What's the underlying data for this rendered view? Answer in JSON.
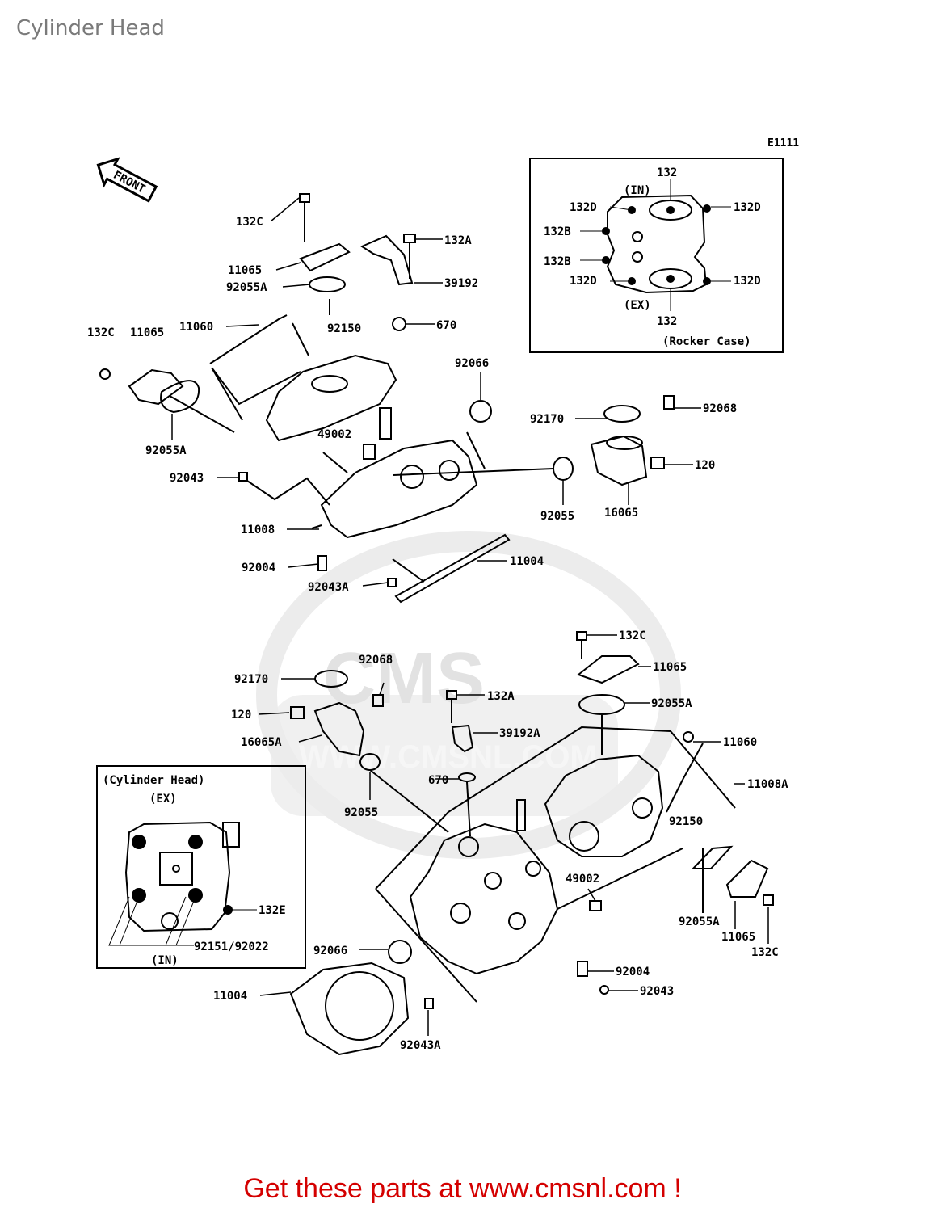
{
  "page": {
    "title": "Cylinder Head",
    "footer_cta": "Get these parts at www.cmsnl.com !"
  },
  "diagram": {
    "code": "E1111",
    "front_label": "FRONT",
    "watermark": "CMS",
    "watermark_url": "WWW.CMSNL.COM",
    "insets": {
      "rocker_case": {
        "caption": "(Rocker Case)",
        "in_label": "(IN)",
        "ex_label": "(EX)"
      },
      "cylinder_head": {
        "caption": "(Cylinder Head)",
        "ex_label": "(EX)",
        "in_label": "(IN)"
      }
    },
    "callouts": [
      "132C",
      "132A",
      "11065",
      "39192",
      "92055A",
      "11060",
      "92150",
      "670",
      "132C",
      "11065",
      "92066",
      "92055A",
      "92170",
      "92068",
      "49002",
      "92043",
      "120",
      "92055",
      "16065",
      "11008",
      "11004",
      "92004",
      "92043A",
      "132",
      "132D",
      "132D",
      "132B",
      "132B",
      "132D",
      "132D",
      "132",
      "132C",
      "11065",
      "92068",
      "92170",
      "132A",
      "92055A",
      "120",
      "39192A",
      "16065A",
      "11060",
      "11008A",
      "670",
      "92055",
      "92150",
      "49002",
      "132E",
      "92151/92022",
      "92055A",
      "11065",
      "132C",
      "92066",
      "92004",
      "92043",
      "11004",
      "92043A"
    ]
  },
  "colors": {
    "cta": "#d40000",
    "title": "#7a7a7a",
    "line": "#000000",
    "watermark": "#e4e4e4"
  }
}
